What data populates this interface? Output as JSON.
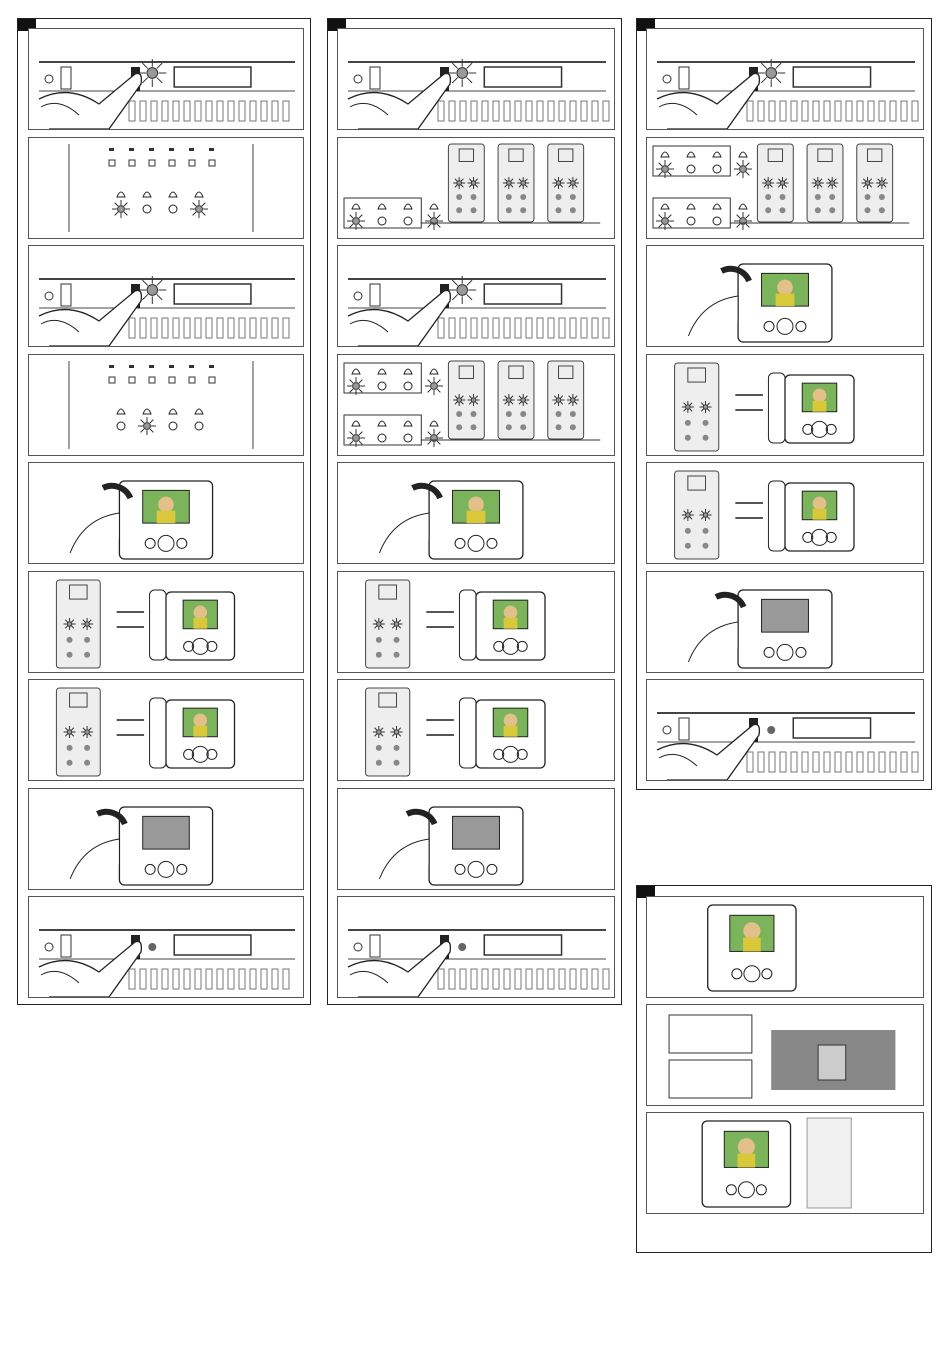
{
  "sections": [
    {
      "id": "A",
      "steps": [
        "press",
        "leds4",
        "press",
        "leds1",
        "lift",
        "call",
        "answer",
        "hangup",
        "release"
      ]
    },
    {
      "id": "B",
      "steps": [
        "press",
        "panels1",
        "press",
        "panels2",
        "lift",
        "call",
        "answer",
        "hangup",
        "release"
      ]
    },
    {
      "id": "C",
      "steps": [
        "press",
        "panels2",
        "lift",
        "call",
        "answer",
        "hangup",
        "release"
      ]
    },
    {
      "id": "D",
      "steps": [
        "monitor",
        "camera",
        "adjust"
      ]
    }
  ],
  "icons": {
    "bell": "bell-icon",
    "door": "door-icon",
    "sound": "sound-icon",
    "alarm": "alarm-icon"
  }
}
